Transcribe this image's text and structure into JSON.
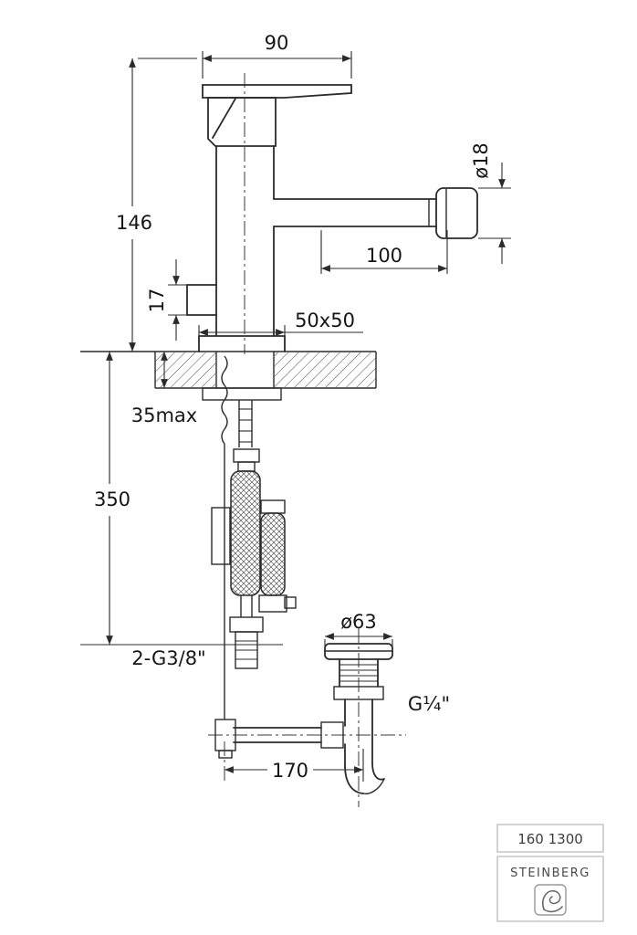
{
  "labels": {
    "dim_90": "90",
    "dim_146": "146",
    "dim_dia18": "ø18",
    "dim_100": "100",
    "dim_17": "17",
    "dim_50x50": "50x50",
    "dim_35max": "35max",
    "dim_350": "350",
    "dim_2g38": "2-G3/8\"",
    "dim_dia63": "ø63",
    "dim_g14": "G¼\"",
    "dim_170": "170"
  },
  "title_block": {
    "model": "160 1300",
    "brand": "STEINBERG"
  },
  "colors": {
    "line": "#2b2b2b",
    "text": "#161616",
    "box_border": "#aaaaaa"
  }
}
